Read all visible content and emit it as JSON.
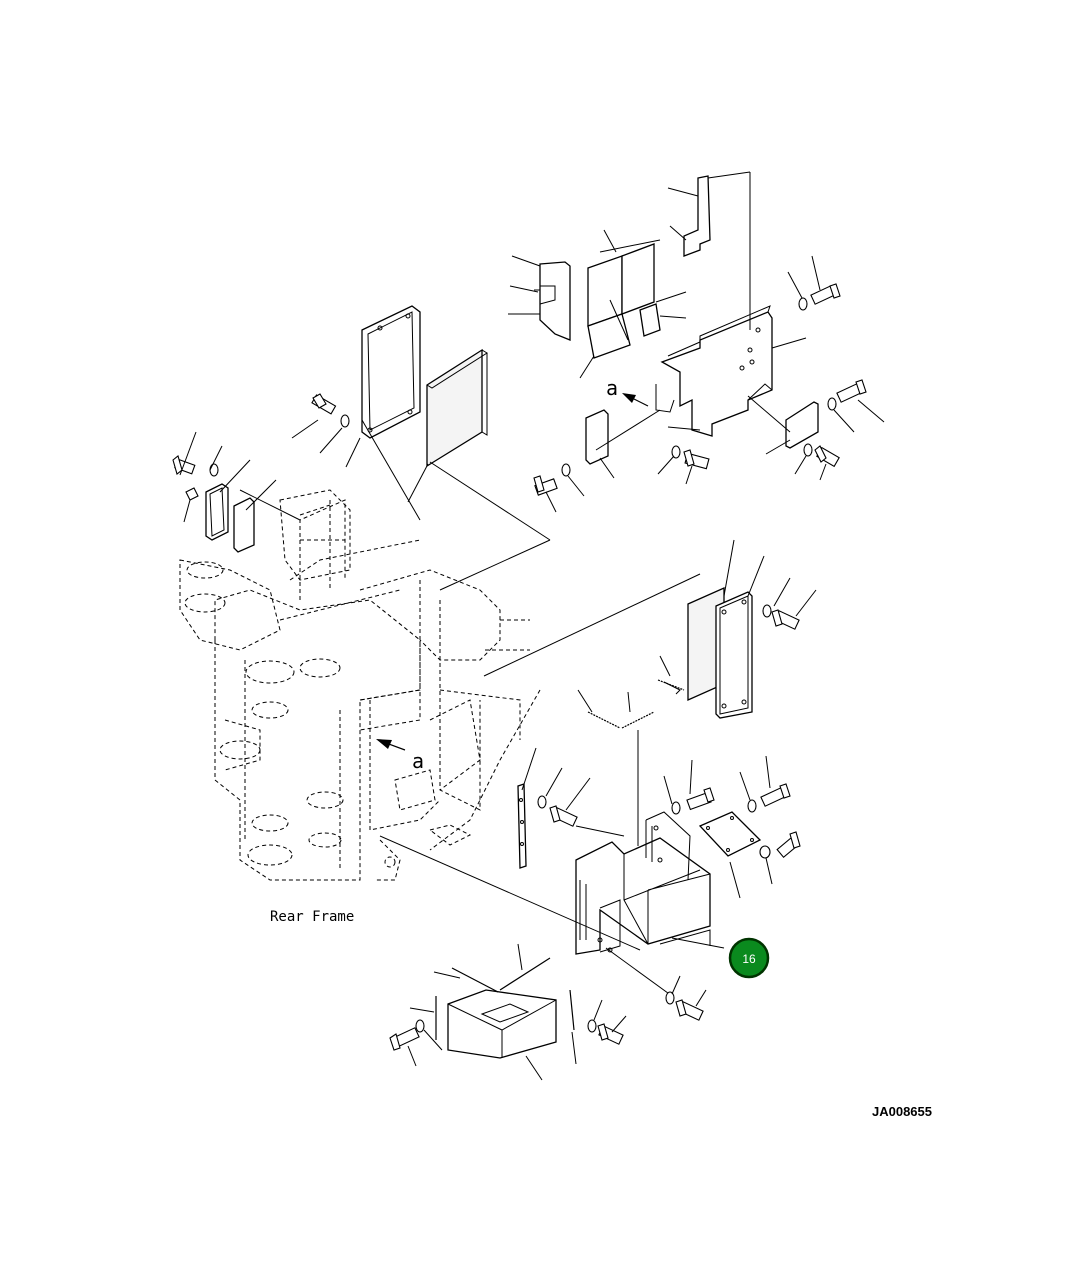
{
  "labels": {
    "frame_label": "Rear Frame",
    "view_arrow_upper": "a",
    "view_arrow_lower": "a",
    "reference_code": "JA008655"
  },
  "callout": {
    "number": "16",
    "fill_color": "#0a8a1e",
    "stroke_color": "#003300"
  }
}
